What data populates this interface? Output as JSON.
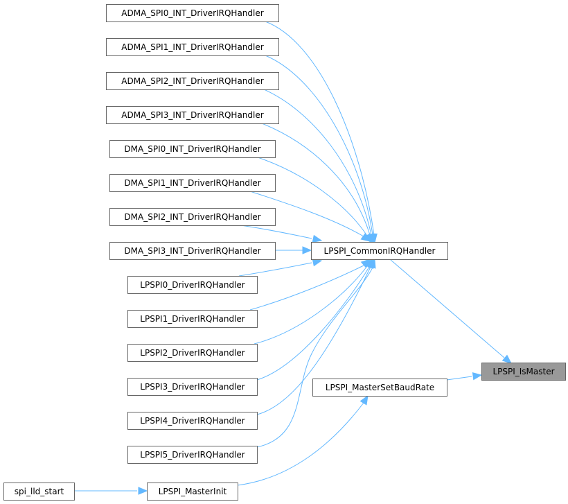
{
  "diagram": {
    "type": "call-graph",
    "focus_node": "LPSPI_IsMaster",
    "colors": {
      "edge": "#63b8ff",
      "node_border": "#666666",
      "node_fill": "#ffffff",
      "focus_fill": "#999999"
    },
    "nodes": [
      {
        "id": "adma0",
        "label": "ADMA_SPI0_INT_DriverIRQHandler"
      },
      {
        "id": "adma1",
        "label": "ADMA_SPI1_INT_DriverIRQHandler"
      },
      {
        "id": "adma2",
        "label": "ADMA_SPI2_INT_DriverIRQHandler"
      },
      {
        "id": "adma3",
        "label": "ADMA_SPI3_INT_DriverIRQHandler"
      },
      {
        "id": "dma0",
        "label": "DMA_SPI0_INT_DriverIRQHandler"
      },
      {
        "id": "dma1",
        "label": "DMA_SPI1_INT_DriverIRQHandler"
      },
      {
        "id": "dma2",
        "label": "DMA_SPI2_INT_DriverIRQHandler"
      },
      {
        "id": "dma3",
        "label": "DMA_SPI3_INT_DriverIRQHandler"
      },
      {
        "id": "lp0",
        "label": "LPSPI0_DriverIRQHandler"
      },
      {
        "id": "lp1",
        "label": "LPSPI1_DriverIRQHandler"
      },
      {
        "id": "lp2",
        "label": "LPSPI2_DriverIRQHandler"
      },
      {
        "id": "lp3",
        "label": "LPSPI3_DriverIRQHandler"
      },
      {
        "id": "lp4",
        "label": "LPSPI4_DriverIRQHandler"
      },
      {
        "id": "lp5",
        "label": "LPSPI5_DriverIRQHandler"
      },
      {
        "id": "common",
        "label": "LPSPI_CommonIRQHandler"
      },
      {
        "id": "baud",
        "label": "LPSPI_MasterSetBaudRate"
      },
      {
        "id": "ismaster",
        "label": "LPSPI_IsMaster"
      },
      {
        "id": "spistart",
        "label": "spi_lld_start"
      },
      {
        "id": "minit",
        "label": "LPSPI_MasterInit"
      }
    ],
    "edges": [
      {
        "from": "adma0",
        "to": "common"
      },
      {
        "from": "adma1",
        "to": "common"
      },
      {
        "from": "adma2",
        "to": "common"
      },
      {
        "from": "adma3",
        "to": "common"
      },
      {
        "from": "dma0",
        "to": "common"
      },
      {
        "from": "dma1",
        "to": "common"
      },
      {
        "from": "dma2",
        "to": "common"
      },
      {
        "from": "dma3",
        "to": "common"
      },
      {
        "from": "lp0",
        "to": "common"
      },
      {
        "from": "lp1",
        "to": "common"
      },
      {
        "from": "lp2",
        "to": "common"
      },
      {
        "from": "lp3",
        "to": "common"
      },
      {
        "from": "lp4",
        "to": "common"
      },
      {
        "from": "lp5",
        "to": "common"
      },
      {
        "from": "common",
        "to": "ismaster"
      },
      {
        "from": "baud",
        "to": "ismaster"
      },
      {
        "from": "spistart",
        "to": "minit"
      },
      {
        "from": "minit",
        "to": "baud"
      }
    ]
  }
}
